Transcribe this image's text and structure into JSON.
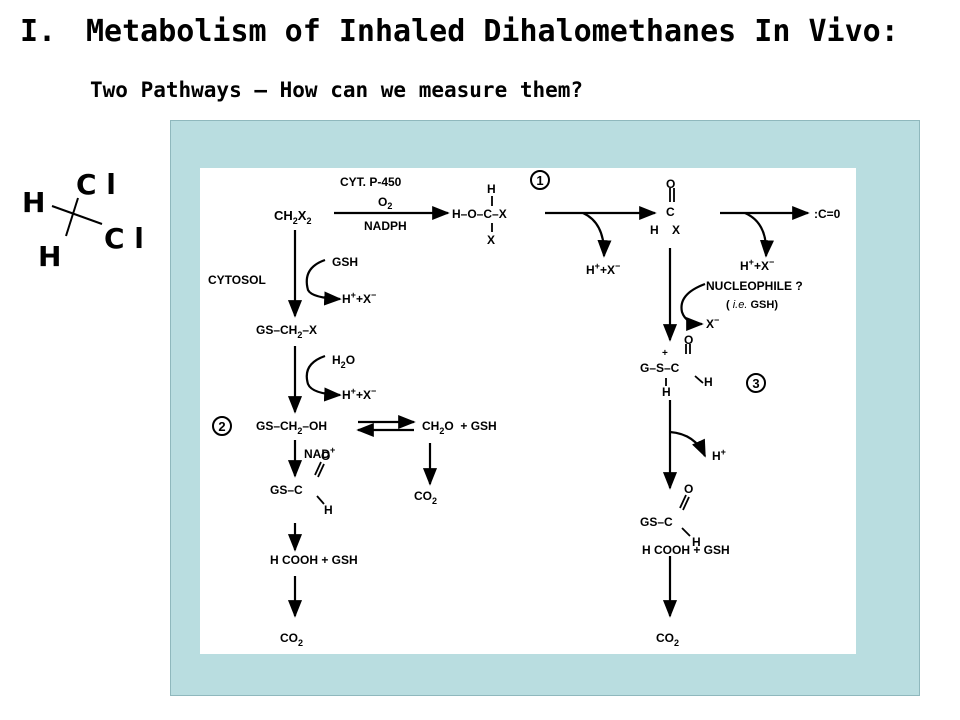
{
  "slide": {
    "number": "I.",
    "title": "Metabolism of Inhaled Dihalomethanes In Vivo:",
    "subtitle": "Two Pathways – How can we measure them?"
  },
  "molecule": {
    "h1": "H",
    "cl1": "C l",
    "h2": "H",
    "cl2": "C l"
  },
  "scheme": {
    "cyt": "CYT. P-450",
    "o2": "O",
    "o2_sub": "2",
    "nadph": "NADPH",
    "ch2x2_a": "CH",
    "ch2x2_b": "2",
    "ch2x2_c": "X",
    "ch2x2_d": "2",
    "hoc_h": "H",
    "hoc": "H–O–C–X",
    "hoc_x": "X",
    "circle1": "1",
    "ald_o": "O",
    "ald_c": "C",
    "ald_hx": "H    X",
    "co": ":C=0",
    "hx1_a": "H",
    "hx1_b": "+",
    "hx1_c": "+X",
    "hx1_d": "−",
    "hx2_a": "H",
    "hx2_b": "+",
    "hx2_c": "+X",
    "hx2_d": "−",
    "cytosol": "CYTOSOL",
    "gsh1": "GSH",
    "hx3_a": "H",
    "hx3_b": "+",
    "hx3_c": "+X",
    "hx3_d": "−",
    "gsch2x_a": "GS–CH",
    "gsch2x_b": "2",
    "gsch2x_c": "–X",
    "h2o_a": "H",
    "h2o_b": "2",
    "h2o_c": "O",
    "hx4_a": "H",
    "hx4_b": "+",
    "hx4_c": "+X",
    "hx4_d": "−",
    "circle2": "2",
    "gsch2oh_a": "GS–CH",
    "gsch2oh_b": "2",
    "gsch2oh_c": "–OH",
    "ch2o_a": "CH",
    "ch2o_b": "2",
    "ch2o_c": "O  + GSH",
    "nad_a": "NAD",
    "nad_b": "+",
    "co2_mid_a": "CO",
    "co2_mid_b": "2",
    "gsc_o": "O",
    "gsc": "GS–C",
    "gsc_h": "H",
    "hcooh1": "H COOH + GSH",
    "co2_left_a": "CO",
    "co2_left_b": "2",
    "nucleophile": "NUCLEOPHILE ?",
    "ie_a": "( ",
    "ie_b": "i.e.",
    "ie_c": " GSH)",
    "x_minus_a": "X",
    "x_minus_b": "−",
    "plus": "+",
    "gs_o": "O",
    "gs_c": "G–S–C",
    "gs_h_right": "H",
    "gs_h_below": "H",
    "circle3": "3",
    "h_plus_a": "H",
    "h_plus_b": "+",
    "gsc2_o": "O",
    "gsc2": "GS–C",
    "gsc2_h": "H",
    "hcooh2": "H COOH + GSH",
    "co2_right_a": "CO",
    "co2_right_b": "2"
  }
}
